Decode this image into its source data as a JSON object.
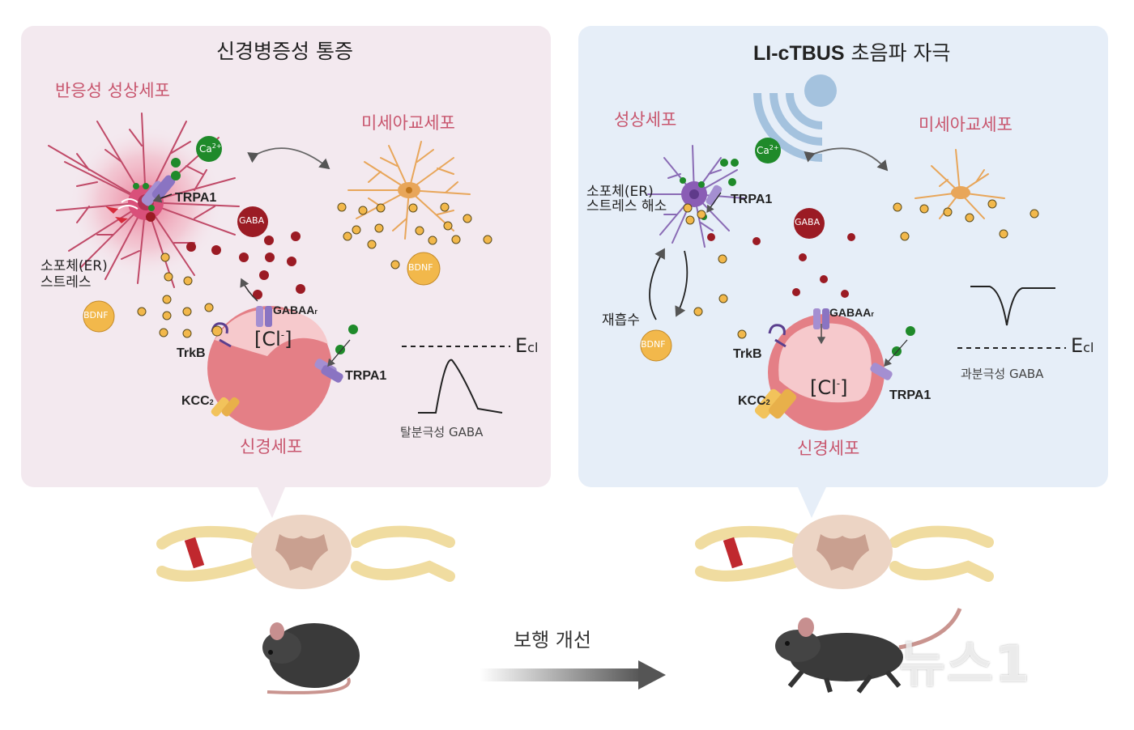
{
  "left_panel": {
    "title": "신경병증성 통증",
    "reactive_astrocyte": "반응성 성상세포",
    "microglia": "미세아교세포",
    "er_stress_line1": "소포체(ER)",
    "er_stress_line2": "스트레스",
    "ca": "Ca",
    "ca_sup": "2+",
    "trpa1_top": "TRPA1",
    "gaba": "GABA",
    "bdnf_right": "BDNF",
    "bdnf_left": "BDNF",
    "gabaa_main": "GABAA",
    "gabaa_sub": "r",
    "cl": "[Cl",
    "cl_sup": "-",
    "cl_close": "]",
    "trkb": "TrkB",
    "trpa1_neuron": "TRPA1",
    "kcc2_main": "KCC",
    "kcc2_sub": "2",
    "neuron": "신경세포",
    "ecl_main": "E",
    "ecl_sub": "cl",
    "depolarizing_gaba": "탈분극성 GABA"
  },
  "right_panel": {
    "title_bold": "LI-cTBUS",
    "title_rest": " 초음파 자극",
    "astrocyte": "성상세포",
    "microglia": "미세아교세포",
    "er_relief_line1": "소포체(ER)",
    "er_relief_line2": "스트레스 해소",
    "ca": "Ca",
    "ca_sup": "2+",
    "trpa1_top": "TRPA1",
    "gaba": "GABA",
    "reuptake": "재흡수",
    "bdnf": "BDNF",
    "gabaa_main": "GABAA",
    "gabaa_sub": "r",
    "trkb": "TrkB",
    "cl": "[Cl",
    "cl_sup": "-",
    "cl_close": "]",
    "trpa1_neuron": "TRPA1",
    "kcc2_main": "KCC",
    "kcc2_sub": "2",
    "neuron": "신경세포",
    "ecl_main": "E",
    "ecl_sub": "cl",
    "hyperpolarizing_gaba": "과분극성 GABA"
  },
  "bottom": {
    "arrow_label": "보행 개선",
    "watermark": "뉴스1"
  },
  "colors": {
    "left_panel_bg": "#f3e9ef",
    "right_panel_bg": "#e6eef8",
    "neuron_pink": "#e47f86",
    "astrocyte_pink": "#c8566e",
    "microglia_orange": "#e8a65a",
    "gaba_red": "#9b1b24",
    "ca_green": "#1f8a2a",
    "bdnf_yellow": "#f2b84b",
    "trpa1_purple": "#a48fd1"
  },
  "icons": [
    "ultrasound-waves-icon",
    "mouse-hunched-icon",
    "mouse-walking-icon",
    "spinal-cord-icon",
    "arrow-right-icon"
  ]
}
